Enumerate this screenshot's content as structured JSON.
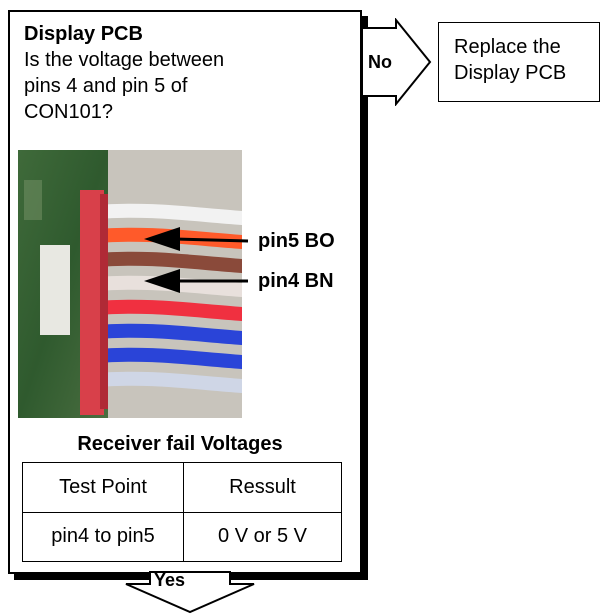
{
  "main_box": {
    "title": "Display PCB",
    "question_lines": [
      "Is the voltage between",
      "pins 4 and pin 5 of",
      "CON101?"
    ]
  },
  "photo": {
    "wire_colors": [
      "#f2f2f2",
      "#ff5a2a",
      "#8a4a3a",
      "#e8e0dc",
      "#f03040",
      "#2a44d8",
      "#2a44d8",
      "#cfd6e6"
    ],
    "labels": {
      "pin5": "pin5 BO",
      "pin4": "pin4 BN"
    }
  },
  "table": {
    "caption": "Receiver fail Voltages",
    "headers": [
      "Test Point",
      "Ressult"
    ],
    "rows": [
      [
        "pin4 to pin5",
        "0 V or 5 V"
      ]
    ]
  },
  "no_branch": {
    "label": "No",
    "target_lines": [
      "Replace the",
      "Display PCB"
    ]
  },
  "yes_branch": {
    "label": "Yes"
  }
}
